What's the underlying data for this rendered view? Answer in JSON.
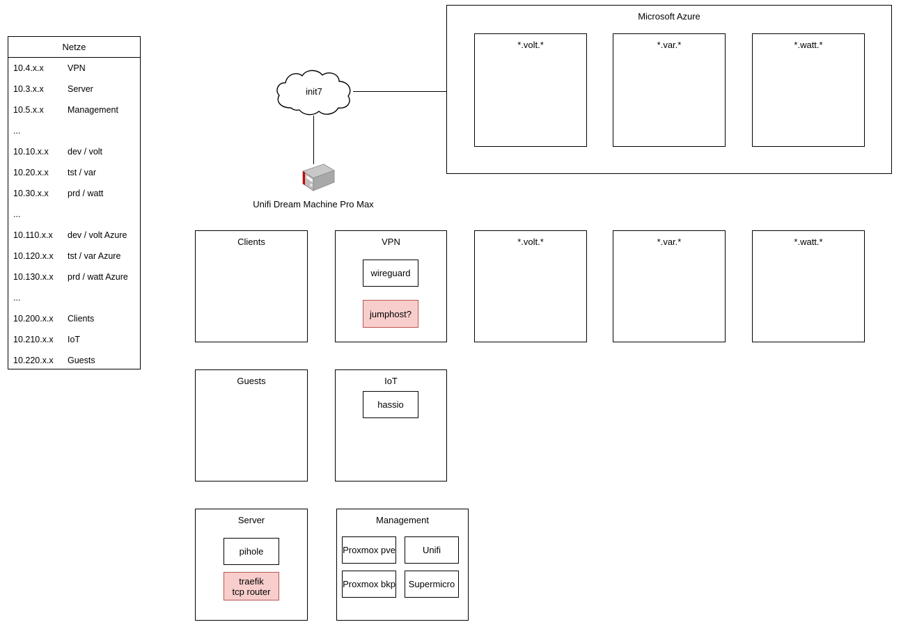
{
  "netze": {
    "title": "Netze",
    "rows": [
      {
        "cidr": "10.4.x.x",
        "name": "VPN"
      },
      {
        "cidr": "10.3.x.x",
        "name": "Server"
      },
      {
        "cidr": "10.5.x.x",
        "name": "Management"
      },
      {
        "cidr": "...",
        "name": ""
      },
      {
        "cidr": "10.10.x.x",
        "name": "dev / volt"
      },
      {
        "cidr": "10.20.x.x",
        "name": "tst / var"
      },
      {
        "cidr": "10.30.x.x",
        "name": "prd / watt"
      },
      {
        "cidr": "...",
        "name": ""
      },
      {
        "cidr": "10.110.x.x",
        "name": "dev / volt Azure"
      },
      {
        "cidr": "10.120.x.x",
        "name": "tst / var Azure"
      },
      {
        "cidr": "10.130.x.x",
        "name": "prd / watt Azure"
      },
      {
        "cidr": "...",
        "name": ""
      },
      {
        "cidr": "10.200.x.x",
        "name": "Clients"
      },
      {
        "cidr": "10.210.x.x",
        "name": "IoT"
      },
      {
        "cidr": "10.220.x.x",
        "name": "Guests"
      }
    ]
  },
  "internet": {
    "cloud_label": "init7",
    "device_label": "Unifi Dream Machine Pro Max"
  },
  "azure": {
    "title": "Microsoft Azure",
    "zones": [
      {
        "title": "*.volt.*"
      },
      {
        "title": "*.var.*"
      },
      {
        "title": "*.watt.*"
      }
    ]
  },
  "networks": {
    "clients": {
      "title": "Clients",
      "nodes": []
    },
    "vpn": {
      "title": "VPN",
      "nodes": [
        {
          "label": "wireguard",
          "highlight": false
        },
        {
          "label": "jumphost?",
          "highlight": true
        }
      ]
    },
    "volt": {
      "title": "*.volt.*",
      "nodes": []
    },
    "var": {
      "title": "*.var.*",
      "nodes": []
    },
    "watt": {
      "title": "*.watt.*",
      "nodes": []
    },
    "guests": {
      "title": "Guests",
      "nodes": []
    },
    "iot": {
      "title": "IoT",
      "nodes": [
        {
          "label": "hassio",
          "highlight": false
        }
      ]
    },
    "server": {
      "title": "Server",
      "nodes": [
        {
          "label": "pihole",
          "highlight": false
        },
        {
          "label_line1": "traefik",
          "label_line2": "tcp router",
          "highlight": true
        }
      ]
    },
    "management": {
      "title": "Management",
      "nodes": [
        {
          "label": "Proxmox pve",
          "highlight": false
        },
        {
          "label": "Unifi",
          "highlight": false
        },
        {
          "label": "Proxmox bkp",
          "highlight": false
        },
        {
          "label": "Supermicro",
          "highlight": false
        }
      ]
    }
  },
  "colors": {
    "stroke": "#000000",
    "fill": "#ffffff",
    "highlight_fill": "#f8cecc",
    "highlight_stroke": "#b85450",
    "device_body": "#b3b3b3",
    "device_accent": "#cc0000"
  }
}
